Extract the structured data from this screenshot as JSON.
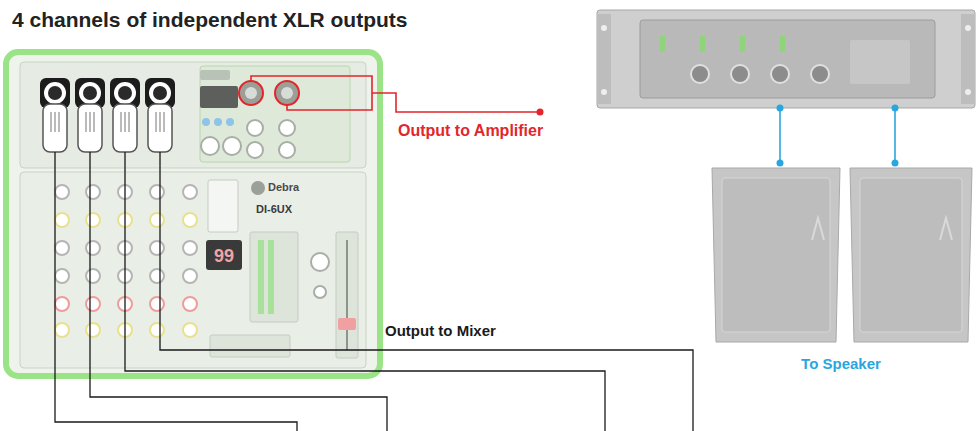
{
  "diagram": {
    "title": "4 channels of independent XLR outputs",
    "labels": [
      "Output to Amplifier",
      "Output to Mixer",
      "To Speaker",
      "Debra",
      "DI-6UX",
      "99"
    ]
  }
}
